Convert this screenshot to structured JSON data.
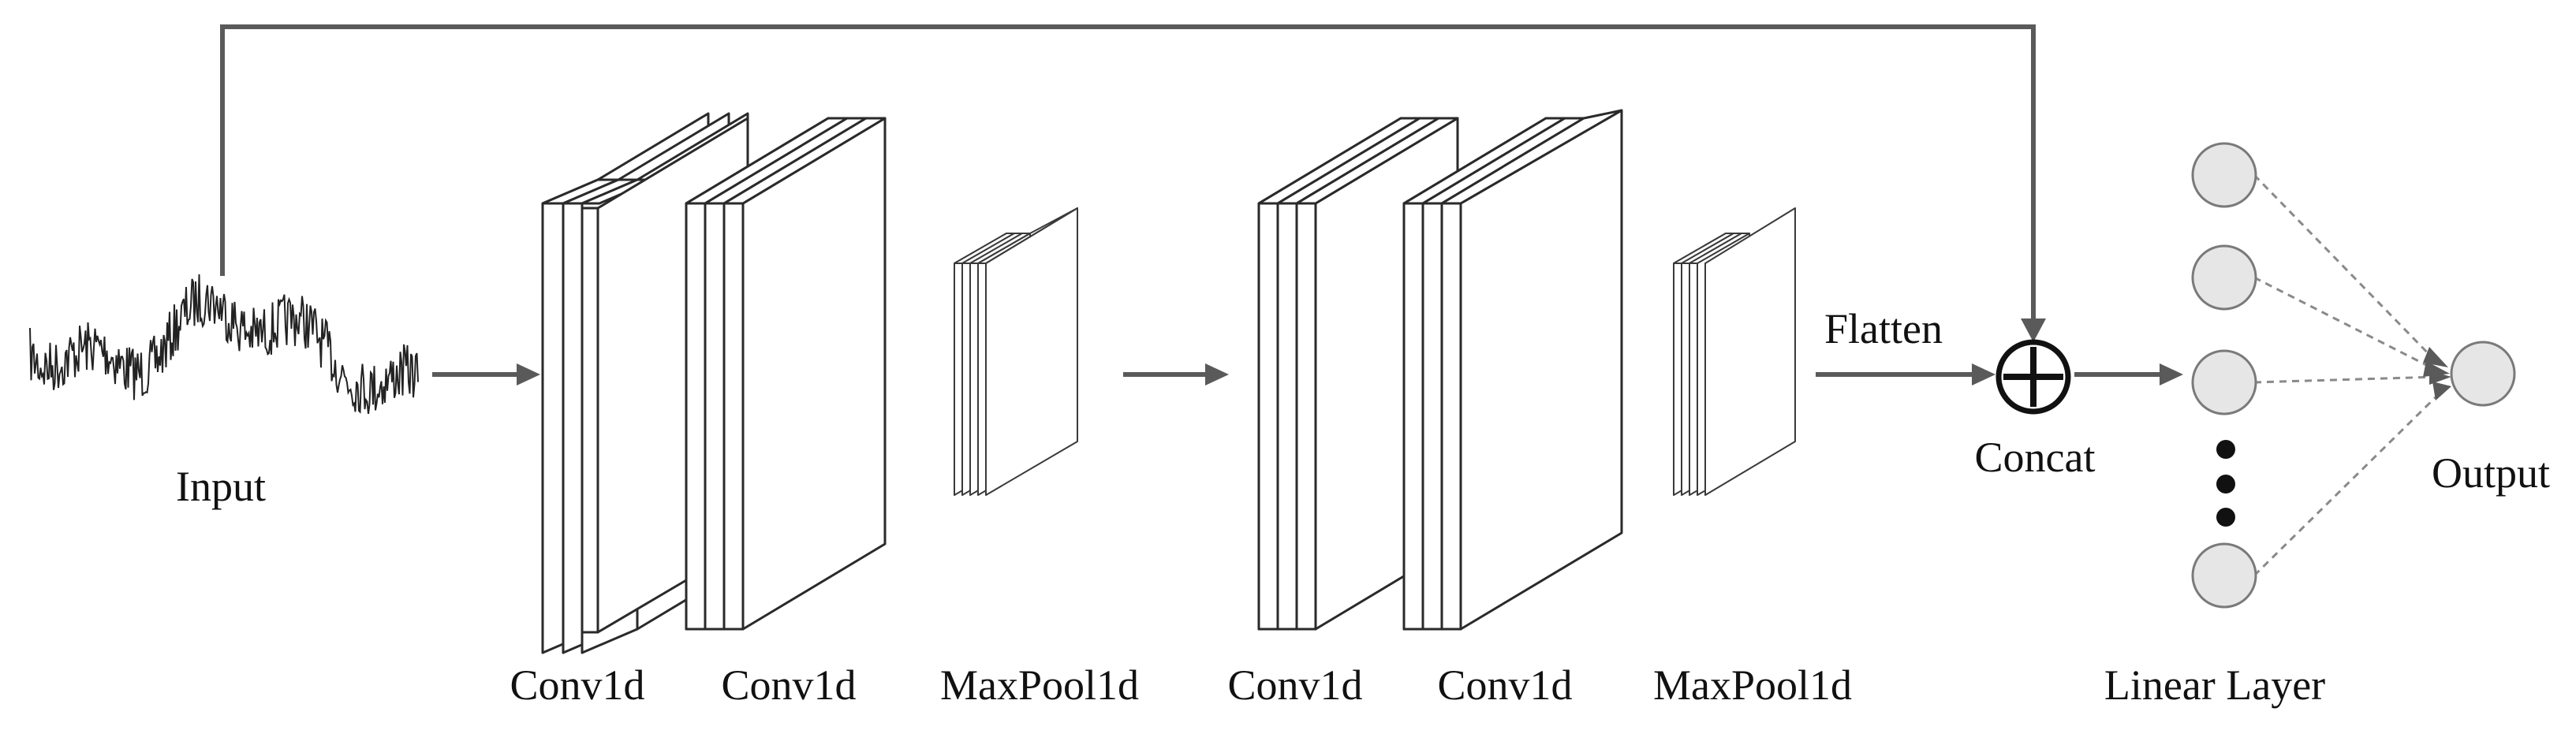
{
  "labels": {
    "input": "Input",
    "conv1": "Conv1d",
    "conv2": "Conv1d",
    "pool1": "MaxPool1d",
    "conv3": "Conv1d",
    "conv4": "Conv1d",
    "pool2": "MaxPool1d",
    "flatten": "Flatten",
    "concat": "Concat",
    "linear": "Linear Layer",
    "output": "Output"
  },
  "linear_layer": {
    "visible_nodes": 4,
    "ellipsis": "⋮"
  },
  "colors": {
    "arrow": "#5a5a5a",
    "node_fill": "#e6e6e6",
    "node_stroke": "#7a7a7a",
    "slab_stroke": "#2a2a2a"
  }
}
